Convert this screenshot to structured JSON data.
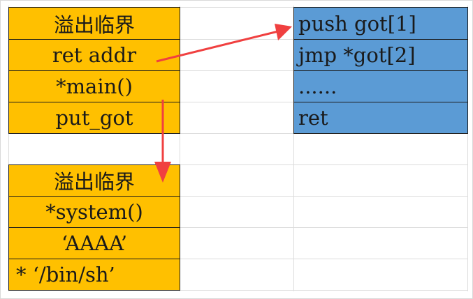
{
  "left_stack_1": [
    "溢出临界",
    "ret addr",
    "*main()",
    "put_got"
  ],
  "left_stack_2": [
    "溢出临界",
    "*system()",
    "‘AAAA’",
    "* ‘/bin/sh’"
  ],
  "right_stack": [
    "push got[1]",
    "jmp *got[2]",
    "......",
    "ret"
  ],
  "colors": {
    "orange": "#ffc000",
    "blue": "#5b9bd5",
    "arrow": "#f04040"
  }
}
